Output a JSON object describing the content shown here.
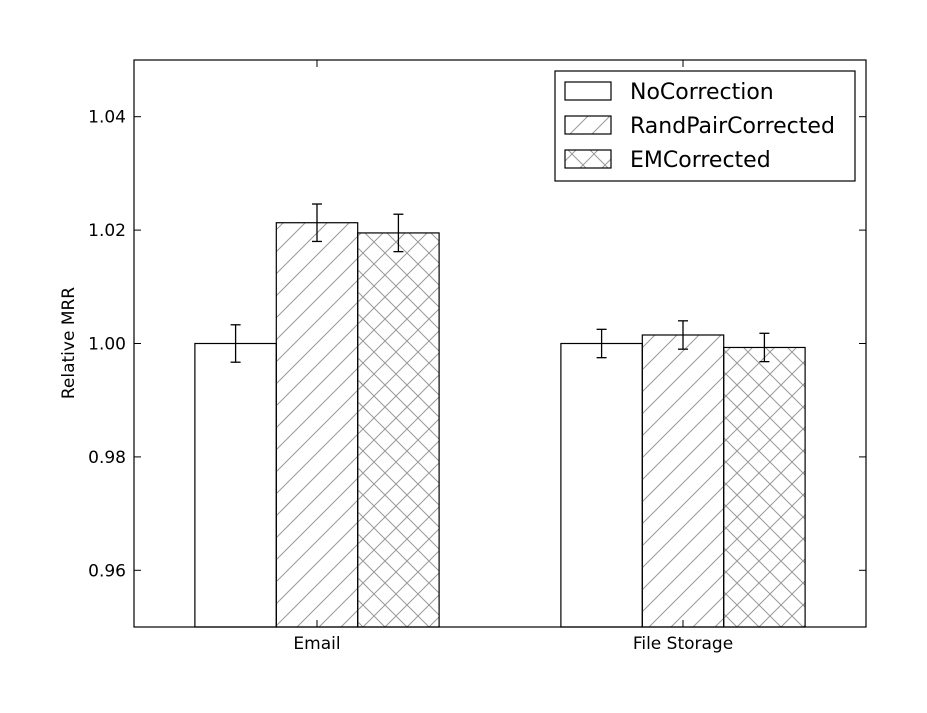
{
  "chart_data": {
    "type": "bar",
    "title": "",
    "xlabel": "",
    "ylabel": "Relative MRR",
    "ylim": [
      0.95,
      1.05
    ],
    "yticks": [
      "0.96",
      "0.98",
      "1.00",
      "1.02",
      "1.04"
    ],
    "categories": [
      "Email",
      "File Storage"
    ],
    "series": [
      {
        "name": "NoCorrection",
        "values": [
          1.0,
          1.0
        ],
        "errors": [
          0.0033,
          0.0025
        ],
        "hatch": "none"
      },
      {
        "name": "RandPairCorrected",
        "values": [
          1.0213,
          1.0015
        ],
        "errors": [
          0.0033,
          0.0025
        ],
        "hatch": "diagonal"
      },
      {
        "name": "EMCorrected",
        "values": [
          1.0195,
          0.9993
        ],
        "errors": [
          0.0033,
          0.0025
        ],
        "hatch": "cross"
      }
    ],
    "legend_position": "top-right",
    "grid": false,
    "colors": {
      "fill": "#ffffff",
      "edge": "#000000",
      "hatch": "#9a9a9a"
    }
  }
}
